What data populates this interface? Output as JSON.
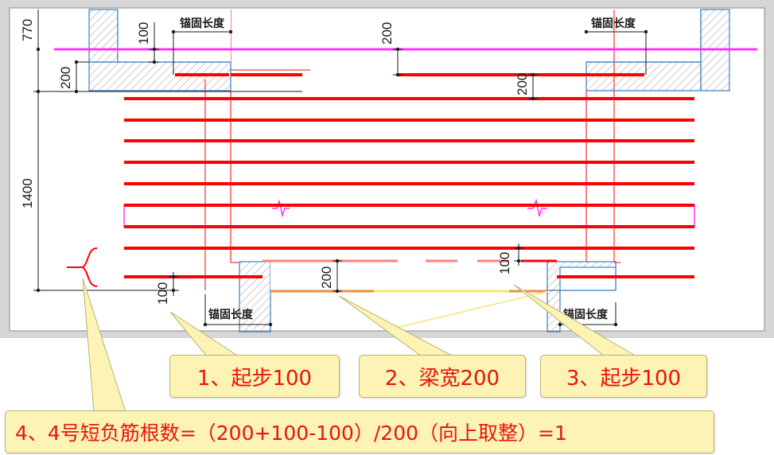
{
  "dimensions": {
    "left_770": "770",
    "left_200": "200",
    "left_1400": "1400",
    "top_100": "100",
    "top_mid_200": "200",
    "top_right_200": "200",
    "bottom_left_100": "100",
    "bottom_mid_200": "200",
    "bottom_right_100": "100"
  },
  "labels": {
    "anchor_length_top_left": "锚固长度",
    "anchor_length_top_right": "锚固长度",
    "anchor_length_bottom_left": "锚固长度",
    "anchor_length_bottom_right": "锚固长度"
  },
  "callouts": {
    "c1": "1、起步100",
    "c2": "2、梁宽200",
    "c3": "3、起步100",
    "c4": "4、4号短负筋根数=（200+100-100）/200（向上取整）=1"
  },
  "colors": {
    "rebar": "#ff0000",
    "magenta": "#ff33ff",
    "beam_border": "#3a7fc1",
    "callout_fill": "#fcf3b4",
    "callout_text": "#e8140c",
    "hatch": "#9a9a9a",
    "frame": "#8a8a8a"
  }
}
